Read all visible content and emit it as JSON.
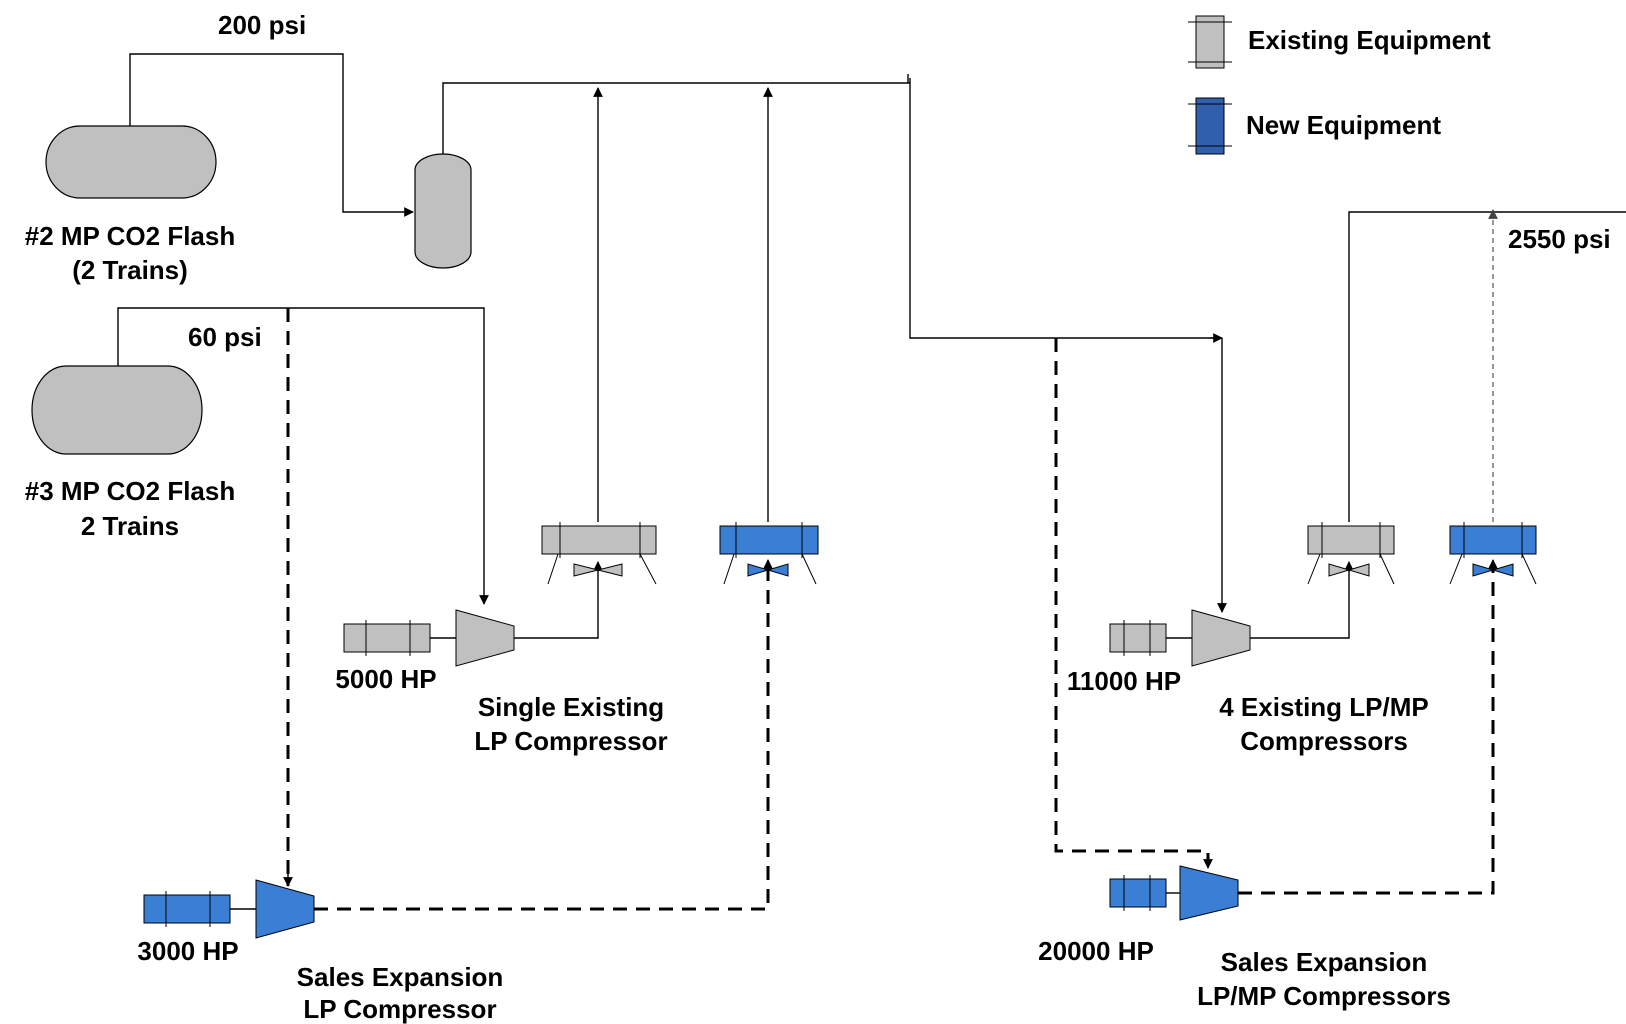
{
  "colors": {
    "existing": "#c0c0c0",
    "new": "#3a7fd5",
    "legend_new": "#2f5fad",
    "vessel": "#c0c0c0"
  },
  "legend": {
    "existing_label": "Existing Equipment",
    "new_label": "New Equipment"
  },
  "pressures": {
    "p200": "200 psi",
    "p60": "60 psi",
    "p2550": "2550 psi"
  },
  "vessels": {
    "flash2_line1": "#2 MP CO2 Flash",
    "flash2_line2": "(2 Trains)",
    "flash3_line1": "#3 MP CO2 Flash",
    "flash3_line2": "2 Trains"
  },
  "drivers": {
    "hp5000": "5000 HP",
    "hp11000": "11000 HP",
    "hp3000": "3000 HP",
    "hp20000": "20000 HP"
  },
  "compressors": {
    "single_existing_line1": "Single Existing",
    "single_existing_line2": "LP Compressor",
    "four_existing_line1": "4 Existing LP/MP",
    "four_existing_line2": "Compressors",
    "sales_lp_line1": "Sales Expansion",
    "sales_lp_line2": "LP Compressor",
    "sales_lpmp_line1": "Sales Expansion",
    "sales_lpmp_line2": "LP/MP Compressors"
  },
  "icons": {
    "vessel": "horizontal-vessel-icon",
    "knockout_drum": "vertical-drum-icon",
    "motor": "motor-driver-icon",
    "compressor": "compressor-icon",
    "cooler": "fin-fan-cooler-icon"
  }
}
